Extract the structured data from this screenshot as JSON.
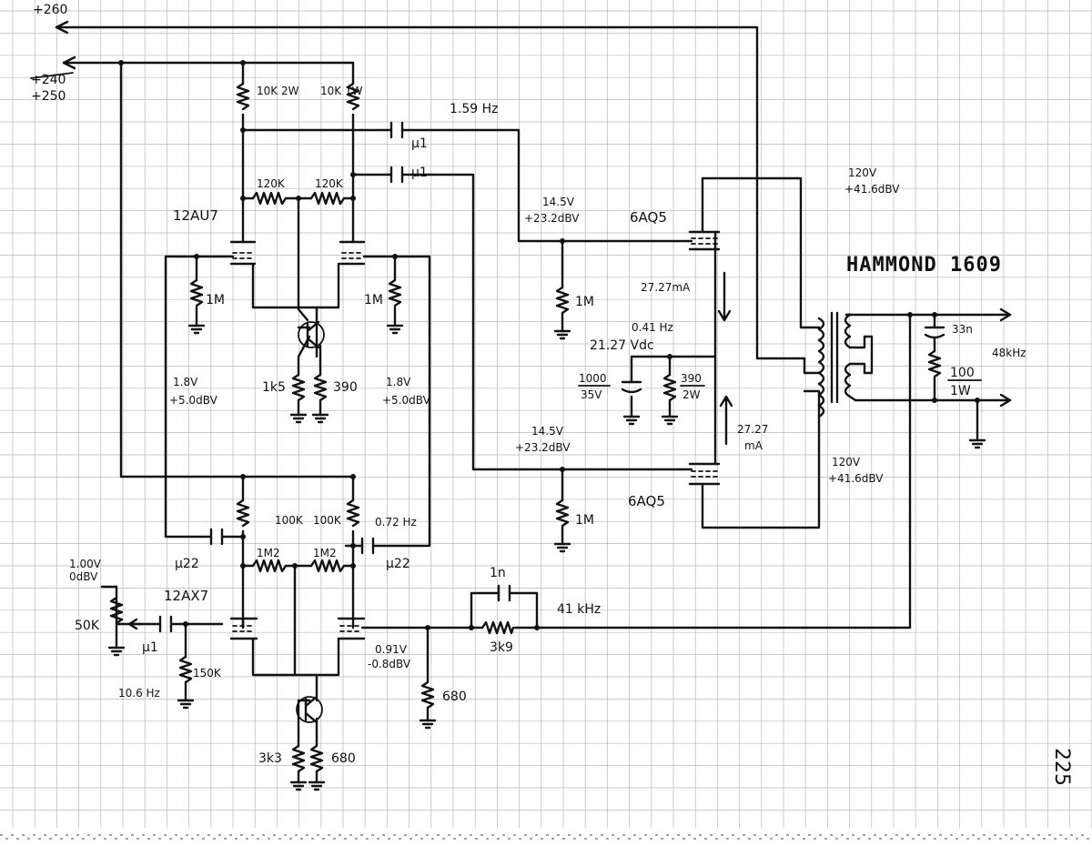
{
  "supply": {
    "top": "+260",
    "b_old": "+240",
    "b_new": "+250"
  },
  "tubes": {
    "driver": "12AU7",
    "input": "12AX7",
    "out_top": "6AQ5",
    "out_bot": "6AQ5"
  },
  "transformer": {
    "name": "HAMMOND 1609"
  },
  "components": {
    "r_plate_l": "10K 2W",
    "r_plate_r": "10K 1W",
    "r_120k_l": "120K",
    "r_120k_r": "120K",
    "cap_c1": "μ1",
    "cap_c2": "μ1",
    "r_grid_l": "1M",
    "r_grid_r": "1M",
    "r_1k5": "1k5",
    "r_390": "390",
    "r_og_top": "1M",
    "r_og_bot": "1M",
    "c_1000": "1000",
    "c_1000_v": "35V",
    "r_390_2w": "390",
    "r_390_2w_w": "2W",
    "r_100k_l": "100K",
    "r_100k_r": "100K",
    "r_1m2_l": "1M2",
    "r_1m2_r": "1M2",
    "cap_22_l": "μ22",
    "cap_22_r": "μ22",
    "pot": "50K",
    "cap_in": "μ1",
    "r_150k": "150K",
    "r_3k3": "3k3",
    "r_680_e": "680",
    "r_680_k": "680",
    "cap_1n": "1n",
    "r_3k9": "3k9",
    "c_33n": "33n",
    "r_100": "100",
    "r_100_w": "1W"
  },
  "annotations": {
    "f_159": "1.59 Hz",
    "v_top_og_1": "14.5V",
    "v_top_og_2": "+23.2dBV",
    "v_prim_top_1": "120V",
    "v_prim_top_2": "+41.6dBV",
    "i_top": "27.27mA",
    "f_041": "0.41 Hz",
    "v_cath": "21.27 Vdc",
    "i_bot_1": "27.27",
    "i_bot_2": "mA",
    "v_bot_og_1": "14.5V",
    "v_bot_og_2": "+23.2dBV",
    "v_prim_bot_1": "120V",
    "v_prim_bot_2": "+41.6dBV",
    "v_dl_1": "1.8V",
    "v_dl_2": "+5.0dBV",
    "v_dr_1": "1.8V",
    "v_dr_2": "+5.0dBV",
    "f_072": "0.72 Hz",
    "v_in_1": "1.00V",
    "v_in_2": "0dBV",
    "f_106": "10.6 Hz",
    "v_fb_1": "0.91V",
    "v_fb_2": "-0.8dBV",
    "f_41k": "41 kHz",
    "f_48k": "48kHz"
  },
  "page_number": "225"
}
